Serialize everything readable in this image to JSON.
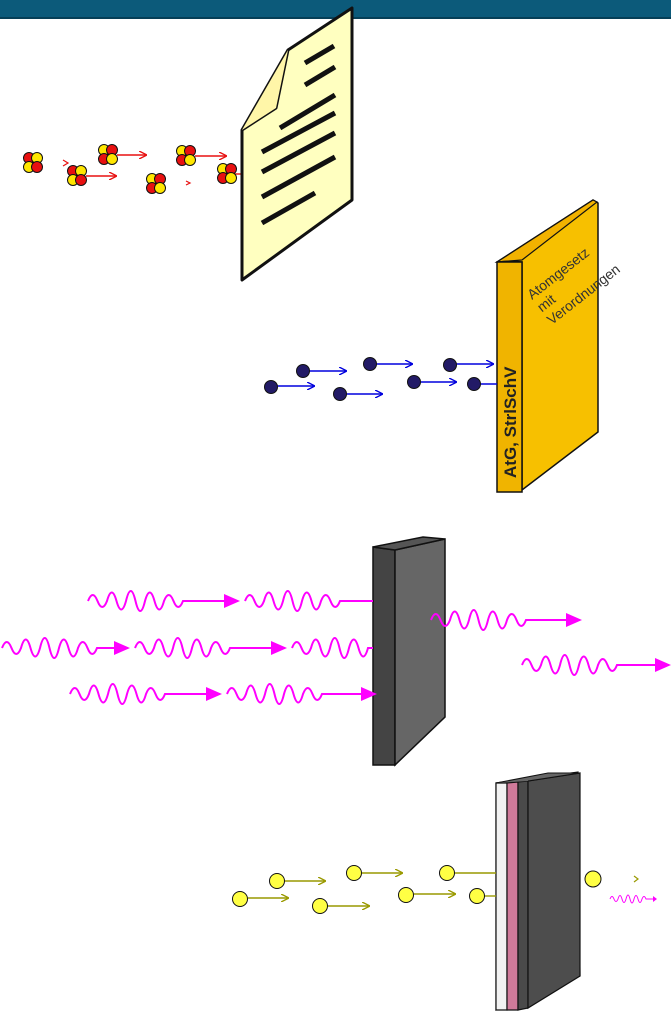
{
  "book": {
    "title_lines": [
      "Atomgesetz",
      "mit",
      "Verordnungen"
    ],
    "spine_text": "AtG, StrlSchV"
  },
  "colors": {
    "header_bar": "#0c5a7a",
    "alpha_red": "#e81010",
    "alpha_yellow": "#ffe600",
    "paper": "#ffffc0",
    "book_yellow": "#f7c000",
    "beta_blue": "#221a66",
    "beta_arrow": "#0000dd",
    "gamma_magenta": "#ff00ff",
    "shield_gray": "#5a5a5a",
    "neutron_yellow": "#ffff44",
    "neutron_arrow": "#999900"
  },
  "icons": [
    "alpha-particle-icon",
    "paper-sheet-icon",
    "law-book-icon",
    "beta-particle-icon",
    "gamma-wave-icon",
    "lead-block-icon",
    "neutron-particle-icon",
    "layered-shield-icon"
  ]
}
